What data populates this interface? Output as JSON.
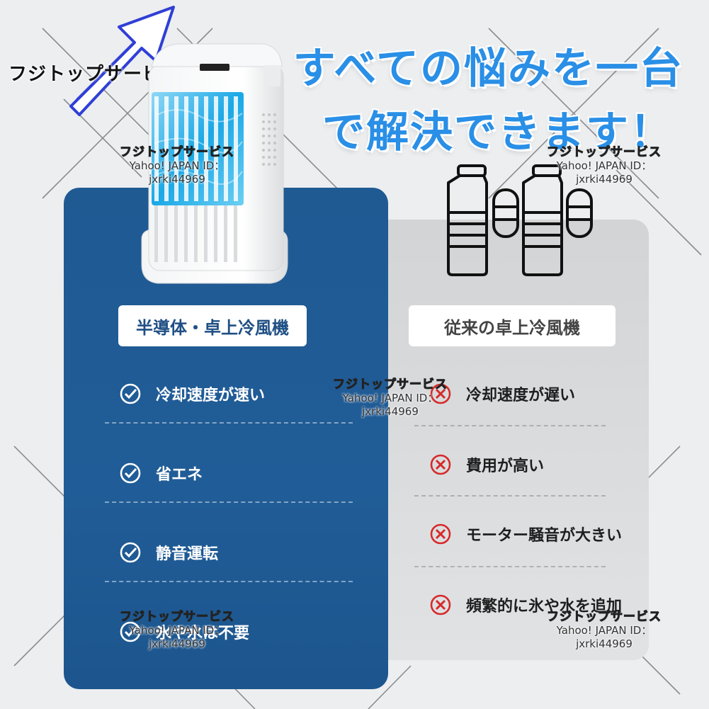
{
  "headline": {
    "line1": "すべての悩みを一台",
    "line2": "で解決できます！"
  },
  "logo": {
    "text": "フジトップサービス"
  },
  "watermark": {
    "brand": "フジトップサービス",
    "id_line": "Yahoo! JAPAN ID：",
    "id_value": "jxrki44969"
  },
  "comparison": {
    "new": {
      "label": "半導体・卓上冷風機",
      "features": [
        "冷却速度が速い",
        "省エネ",
        "静音運転",
        "氷や水は不要"
      ]
    },
    "old": {
      "label": "従来の卓上冷風機",
      "features": [
        "冷却速度が遅い",
        "費用が高い",
        "モーター騒音が大きい",
        "頻繁的に氷や水を追加"
      ]
    }
  },
  "icons": {
    "new_feature": "check-circle-icon",
    "old_feature": "cross-circle-icon",
    "product": "cooler-fan-image",
    "bottles": "ice-bottles-icon",
    "arrow": "arrow-logo-icon"
  },
  "colors": {
    "headline": "#2a8fe6",
    "panel_blue": "#1f5a93",
    "panel_grey": "#d8d9db",
    "check": "#ffffff",
    "cross": "#d72a2a"
  }
}
